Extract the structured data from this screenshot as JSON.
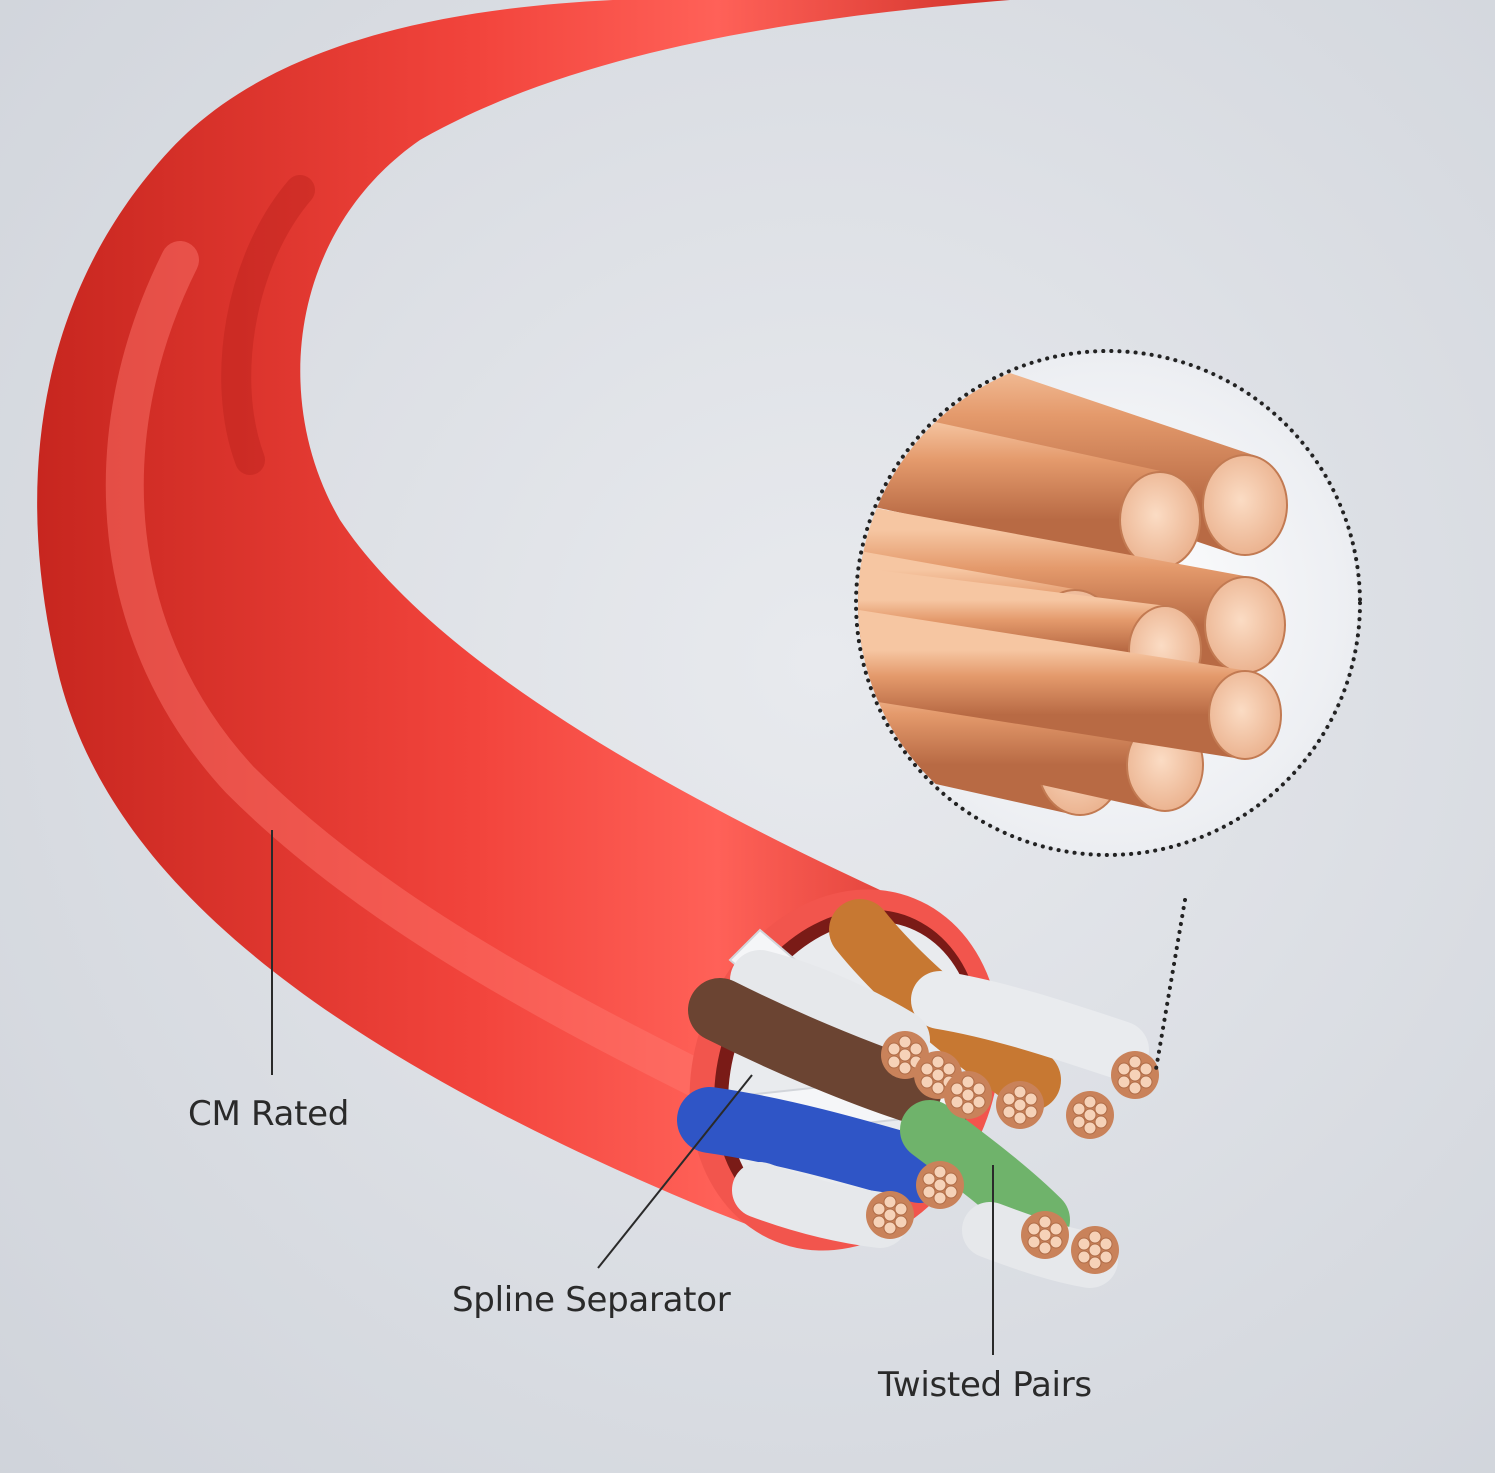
{
  "callouts": {
    "cm_rated": "CM Rated",
    "spline_separator": "Spline Separator",
    "twisted_pairs": "Twisted Pairs"
  },
  "colors": {
    "background": "#dde0e6",
    "jacket": "#e8342f",
    "jacket_highlight": "#ff6a62",
    "copper": "#d9906a",
    "copper_end": "#f4c2a0",
    "pair_brown": "#6b4432",
    "pair_blue": "#2f55c6",
    "pair_orange": "#c77832",
    "pair_green": "#6fb36b",
    "pair_white": "#e9ebee"
  }
}
